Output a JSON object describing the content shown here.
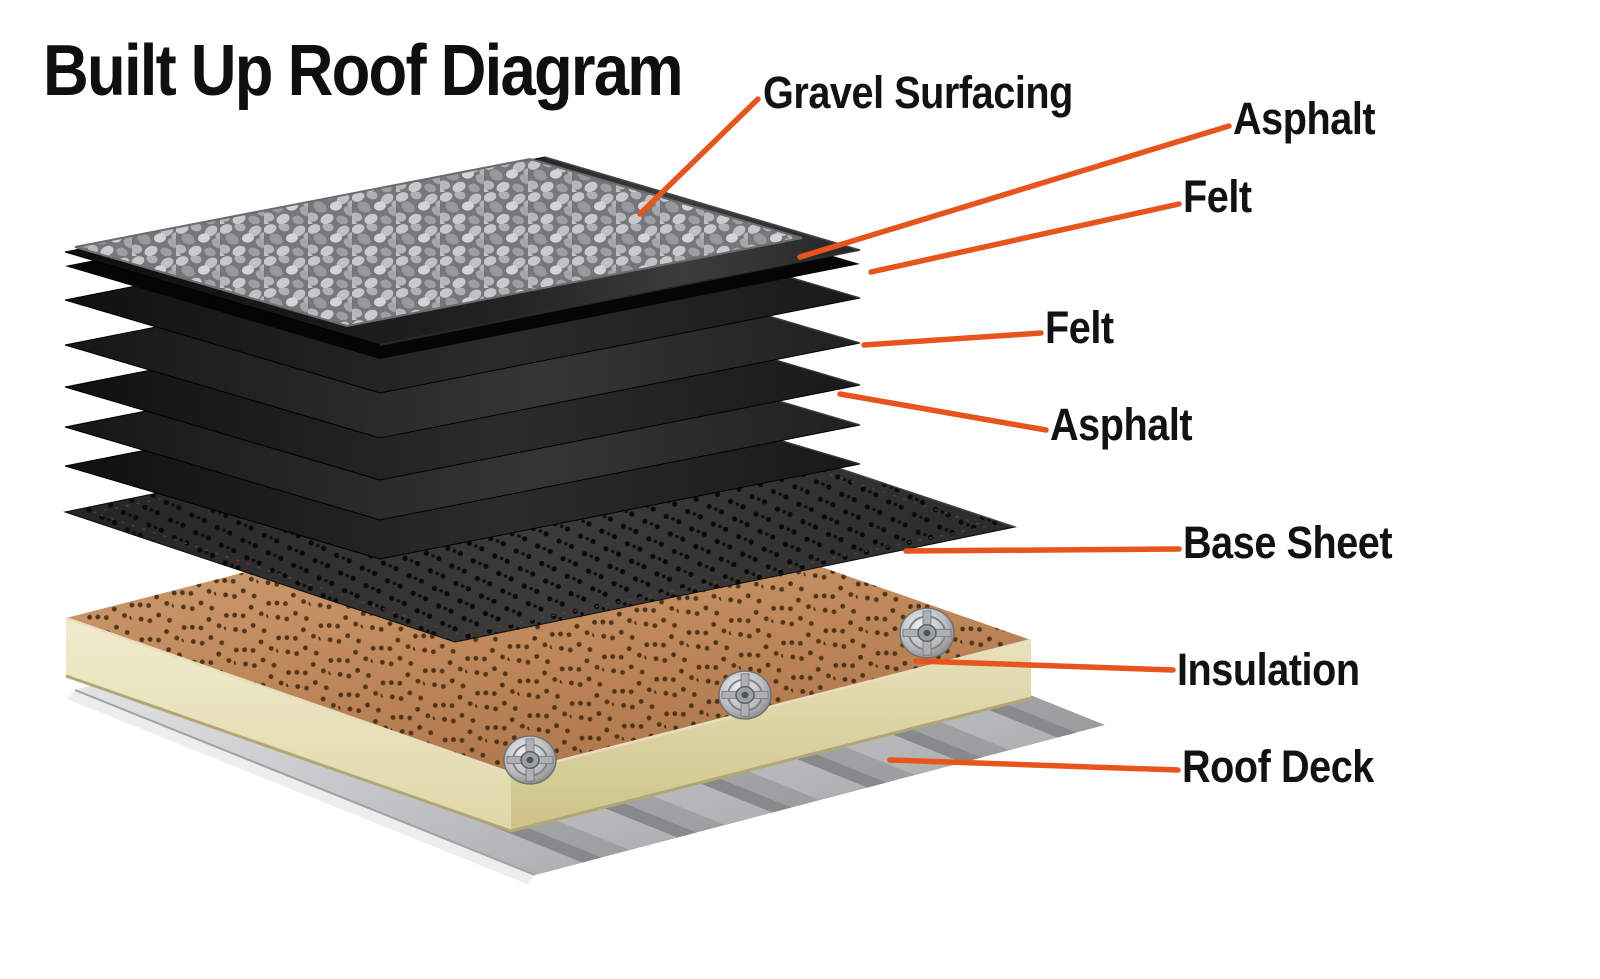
{
  "title": "Built Up Roof Diagram",
  "colors": {
    "background": "#ffffff",
    "text": "#111111",
    "accent_line": "#e8541d",
    "membrane_black": "#1f1f1f",
    "gravel_gray": "#b4b6b8",
    "base_sheet_gray": "#333333",
    "insulation_tan": "#c29062",
    "insulation_foam_cream": "#e9e2ba",
    "roof_deck_metal": "#c9cacc"
  },
  "labels": [
    {
      "id": "gravel-surfacing",
      "text": "Gravel Surfacing",
      "target_layer": "gravel-surfacing-layer"
    },
    {
      "id": "asphalt-top",
      "text": "Asphalt",
      "target_layer": "asphalt-flood-coat-layer"
    },
    {
      "id": "felt-top",
      "text": "Felt",
      "target_layer": "felt-layer-1"
    },
    {
      "id": "felt-mid",
      "text": "Felt",
      "target_layer": "felt-layer-2"
    },
    {
      "id": "asphalt-mid",
      "text": "Asphalt",
      "target_layer": "asphalt-layer-2"
    },
    {
      "id": "base-sheet",
      "text": "Base Sheet",
      "target_layer": "base-sheet-layer"
    },
    {
      "id": "insulation",
      "text": "Insulation",
      "target_layer": "insulation-layer"
    },
    {
      "id": "roof-deck",
      "text": "Roof Deck",
      "target_layer": "roof-deck-layer"
    }
  ]
}
